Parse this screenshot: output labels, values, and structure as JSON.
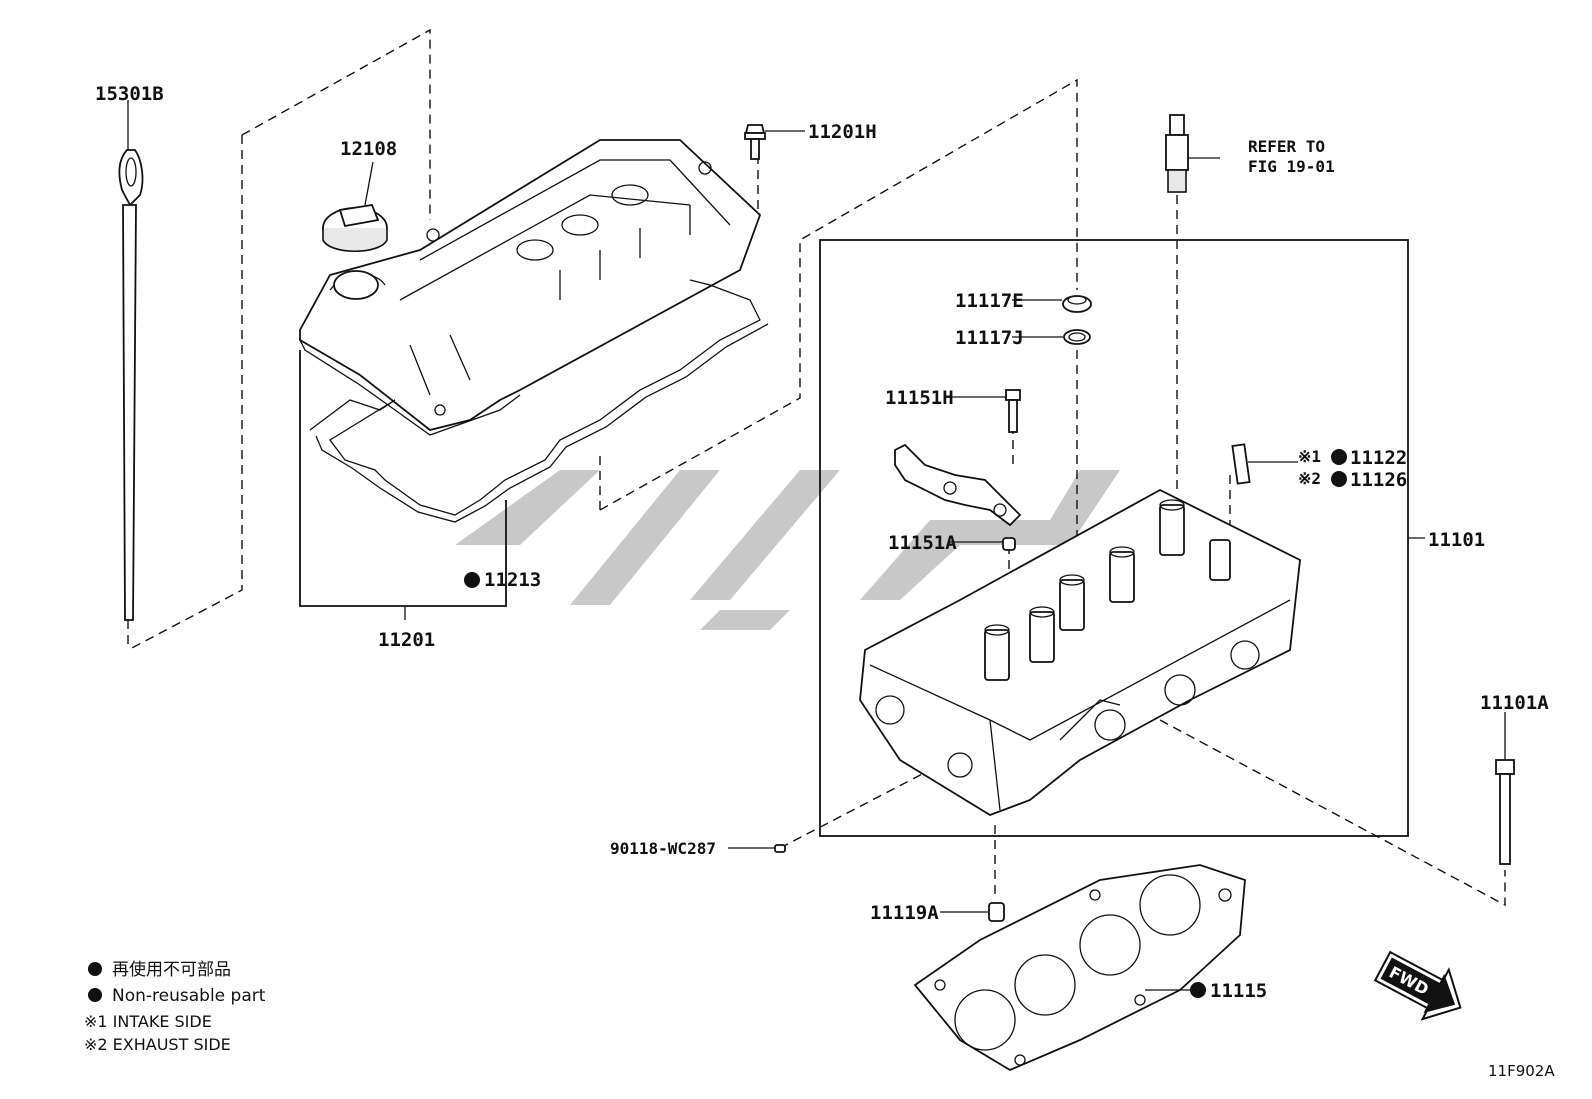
{
  "diagram": {
    "figure_id": "11F902A",
    "refer_note": [
      "REFER TO",
      "FIG 19-01"
    ],
    "fwd_label": "FWD",
    "labels": {
      "p15301B": "15301B",
      "p12108": "12108",
      "p11201H": "11201H",
      "p11213": "11213",
      "p11201": "11201",
      "p11117E": "11117E",
      "p11117J": "11117J",
      "p11151H": "11151H",
      "p11151A": "11151A",
      "p11122": "11122",
      "p11126": "11126",
      "p11101": "11101",
      "p11101A": "11101A",
      "p90118": "90118-WC287",
      "p11119A": "11119A",
      "p11115": "11115"
    },
    "notes": {
      "n1": "※1",
      "n2": "※2"
    },
    "legend": {
      "line1": "再使用不可部品",
      "line2": "Non-reusable part",
      "line3": "※1 INTAKE SIDE",
      "line4": "※2 EXHAUST SIDE"
    }
  }
}
